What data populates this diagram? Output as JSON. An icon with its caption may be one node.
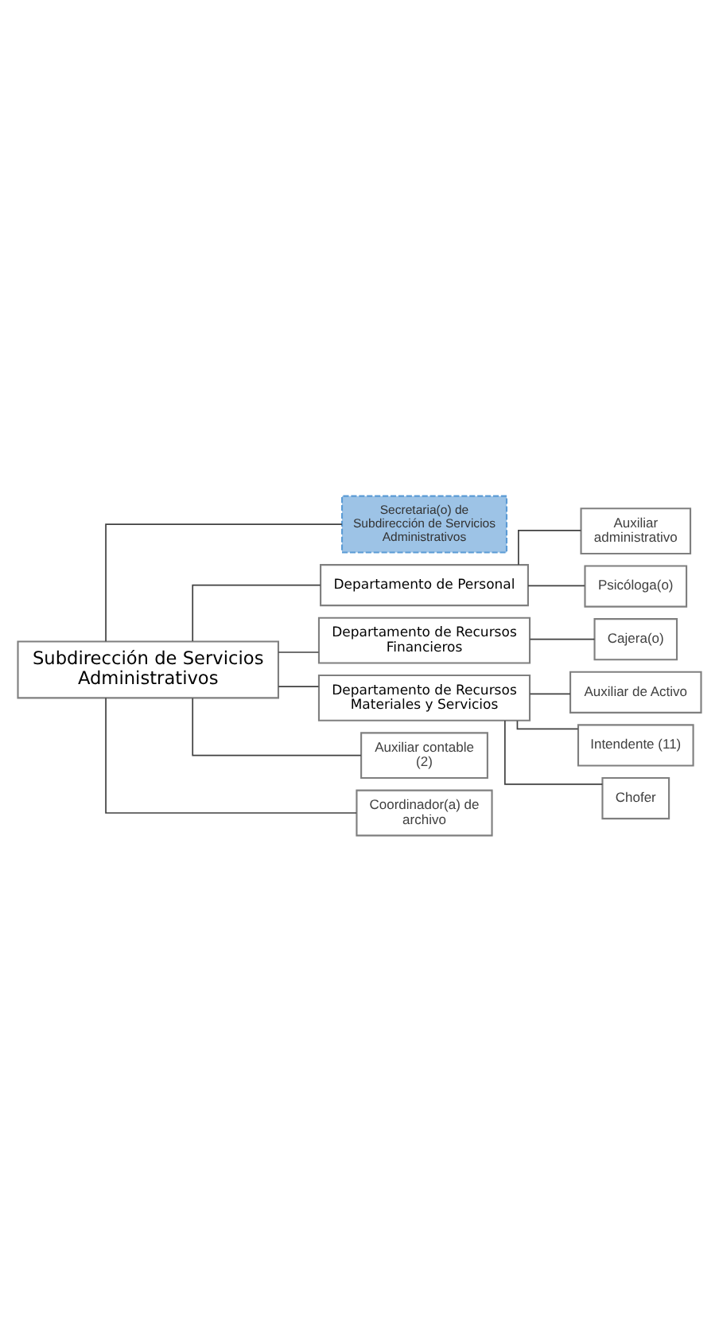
{
  "diagram": {
    "nodes": [
      {
        "text": [
          "Subdirección de Servicios Administrativos"
        ]
      },
      {
        "text": [
          "Secretaria(o) de Subdirección de Servicios Administrativos"
        ]
      },
      {
        "text": [
          "Departamento de Personal"
        ]
      },
      {
        "text": [
          "Auxiliar administrativo"
        ]
      },
      {
        "text": [
          "Psicóloga(o)"
        ]
      },
      {
        "text": [
          "Departamento de Recursos Financieros"
        ]
      },
      {
        "text": [
          "Cajera(o)"
        ]
      },
      {
        "text": [
          "Departamento de Recursos Materiales y Servicios"
        ]
      },
      {
        "text": [
          "Auxiliar de Activo"
        ]
      },
      {
        "text": [
          "Intendente (11)"
        ]
      },
      {
        "text": [
          "Chofer"
        ]
      },
      {
        "text": [
          "Auxiliar contable (2)"
        ]
      },
      {
        "text": [
          "Coordinador(a) de archivo"
        ]
      }
    ],
    "edges": [
      {
        "from": 0,
        "to": 1,
        "arrow": "none"
      },
      {
        "from": 0,
        "to": 2,
        "arrow": "none"
      },
      {
        "from": 2,
        "to": 3,
        "arrow": "none"
      },
      {
        "from": 2,
        "to": 4,
        "arrow": "none"
      },
      {
        "from": 0,
        "to": 5,
        "arrow": "none"
      },
      {
        "from": 5,
        "to": 6,
        "arrow": "none"
      },
      {
        "from": 0,
        "to": 7,
        "arrow": "none"
      },
      {
        "from": 7,
        "to": 8,
        "arrow": "none"
      },
      {
        "from": 7,
        "to": 9,
        "arrow": "none"
      },
      {
        "from": 7,
        "to": 10,
        "arrow": "none"
      },
      {
        "from": 0,
        "to": 11,
        "arrow": "none"
      },
      {
        "from": 0,
        "to": 12,
        "arrow": "none"
      }
    ]
  }
}
